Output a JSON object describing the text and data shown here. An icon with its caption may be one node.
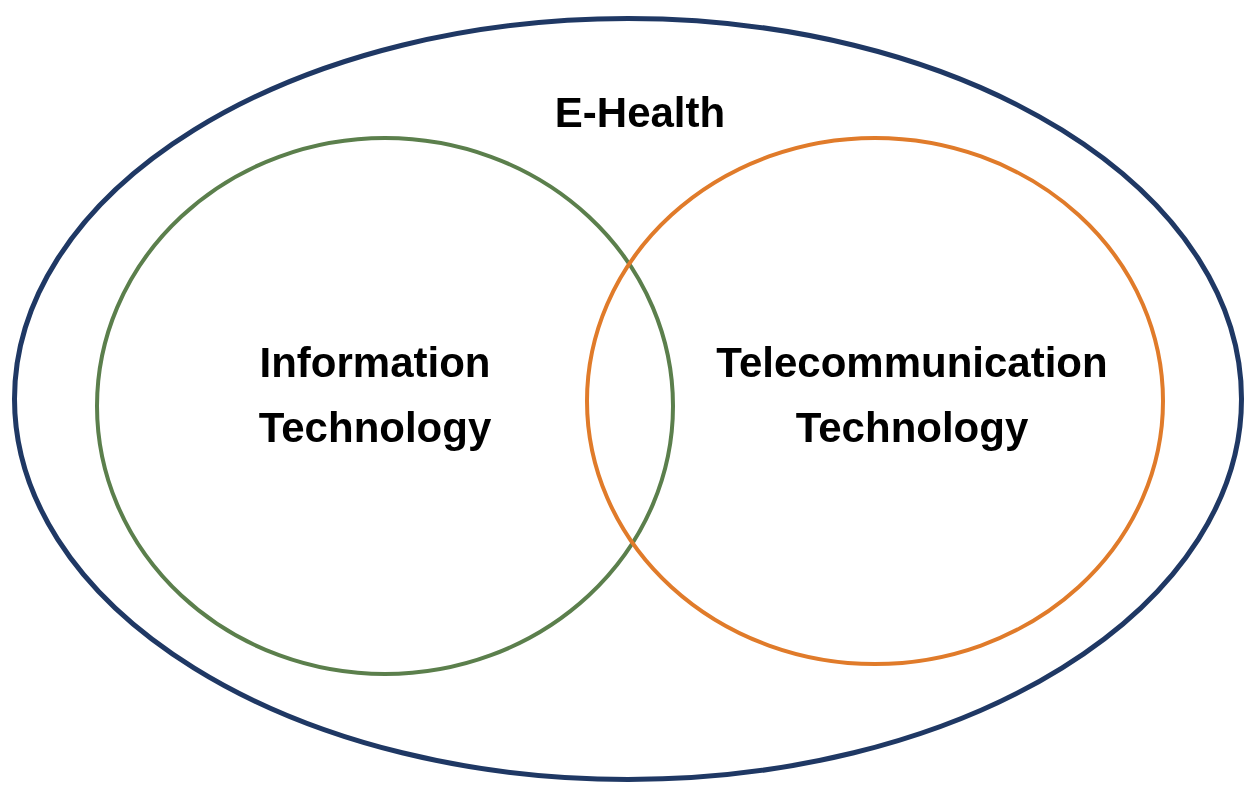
{
  "diagram": {
    "nodes": [
      {
        "text": [
          "E-Health"
        ]
      },
      {
        "text": [
          "Information Technology"
        ],
        "in": 0
      },
      {
        "text": [
          "Telecommunication Technology"
        ],
        "in": 0
      }
    ]
  }
}
